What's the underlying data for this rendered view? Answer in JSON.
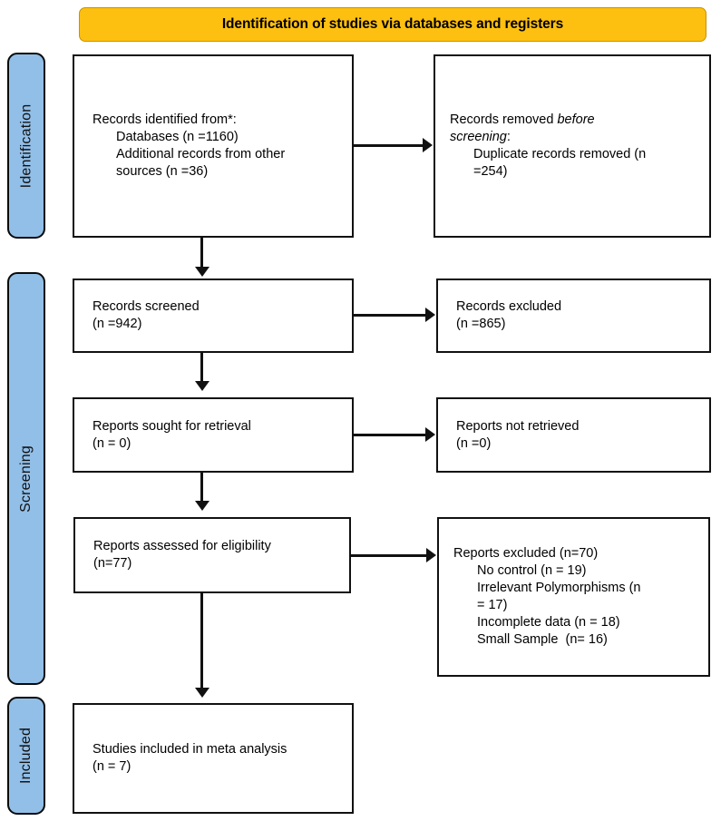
{
  "diagram": {
    "title": "Identification of studies via databases and registers",
    "type": "prisma-flow-diagram"
  },
  "stages": [
    {
      "key": "identification",
      "label": "Identification"
    },
    {
      "key": "screening",
      "label": "Screening"
    },
    {
      "key": "included",
      "label": "Included"
    }
  ],
  "boxes": {
    "identified": {
      "line1": "Records identified from*:",
      "line2": "Databases (n =1160)",
      "line3": "Additional records from other",
      "line4": "sources (n =36)"
    },
    "removed": {
      "line1_pre": "Records removed ",
      "line1_em": "before",
      "line2_em": "screening",
      "line2_post": ":",
      "line3": "Duplicate records removed (n",
      "line4": "=254)"
    },
    "screened": {
      "line1": "Records screened",
      "line2": "(n =942)"
    },
    "records_excluded": {
      "line1": "Records excluded",
      "line2": "(n =865)"
    },
    "sought": {
      "line1": "Reports sought for retrieval",
      "line2": "(n = 0)"
    },
    "not_retrieved": {
      "line1": "Reports not retrieved",
      "line2": "(n =0)"
    },
    "eligibility": {
      "line1": "Reports assessed for eligibility",
      "line2": "(n=77)"
    },
    "reports_excluded": {
      "line1": "Reports excluded (n=70)",
      "line2": "No control (n = 19)",
      "line3": "Irrelevant Polymorphisms (n",
      "line4": "= 17)",
      "line5": "Incomplete data (n = 18)",
      "line6": "Small Sample  (n= 16)"
    },
    "included": {
      "line1": "Studies included in meta analysis",
      "line2": "(n = 7)"
    }
  },
  "colors": {
    "banner_fill": "#FDC010",
    "banner_border": "#C89206",
    "stage_fill": "#92BFE8",
    "box_border": "#111111",
    "connector": "#111111",
    "text": "#000000",
    "background": "#FFFFFF"
  },
  "chart_data": {
    "type": "diagram",
    "title": "Identification of studies via databases and registers",
    "nodes": [
      {
        "id": "identified",
        "stage": "Identification",
        "text": "Records identified from*: Databases (n =1160); Additional records from other sources (n =36)",
        "counts": {
          "databases": 1160,
          "other_sources": 36
        }
      },
      {
        "id": "removed",
        "stage": "Identification",
        "text": "Records removed before screening: Duplicate records removed (n =254)",
        "counts": {
          "duplicates_removed": 254
        }
      },
      {
        "id": "screened",
        "stage": "Screening",
        "text": "Records screened (n =942)",
        "counts": {
          "n": 942
        }
      },
      {
        "id": "records_excluded",
        "stage": "Screening",
        "text": "Records excluded (n =865)",
        "counts": {
          "n": 865
        }
      },
      {
        "id": "sought",
        "stage": "Screening",
        "text": "Reports sought for retrieval (n = 0)",
        "counts": {
          "n": 0
        }
      },
      {
        "id": "not_retrieved",
        "stage": "Screening",
        "text": "Reports not retrieved (n =0)",
        "counts": {
          "n": 0
        }
      },
      {
        "id": "eligibility",
        "stage": "Screening",
        "text": "Reports assessed for eligibility (n=77)",
        "counts": {
          "n": 77
        }
      },
      {
        "id": "reports_excluded",
        "stage": "Screening",
        "text": "Reports excluded (n=70): No control (n = 19); Irrelevant Polymorphisms (n = 17); Incomplete data (n = 18); Small Sample (n= 16)",
        "counts": {
          "total": 70,
          "no_control": 19,
          "irrelevant_polymorphisms": 17,
          "incomplete_data": 18,
          "small_sample": 16
        }
      },
      {
        "id": "included",
        "stage": "Included",
        "text": "Studies included in meta analysis (n = 7)",
        "counts": {
          "n": 7
        }
      }
    ],
    "edges": [
      {
        "from": "identified",
        "to": "removed",
        "direction": "right"
      },
      {
        "from": "identified",
        "to": "screened",
        "direction": "down"
      },
      {
        "from": "screened",
        "to": "records_excluded",
        "direction": "right"
      },
      {
        "from": "screened",
        "to": "sought",
        "direction": "down"
      },
      {
        "from": "sought",
        "to": "not_retrieved",
        "direction": "right"
      },
      {
        "from": "sought",
        "to": "eligibility",
        "direction": "down"
      },
      {
        "from": "eligibility",
        "to": "reports_excluded",
        "direction": "right"
      },
      {
        "from": "eligibility",
        "to": "included",
        "direction": "down"
      }
    ]
  }
}
